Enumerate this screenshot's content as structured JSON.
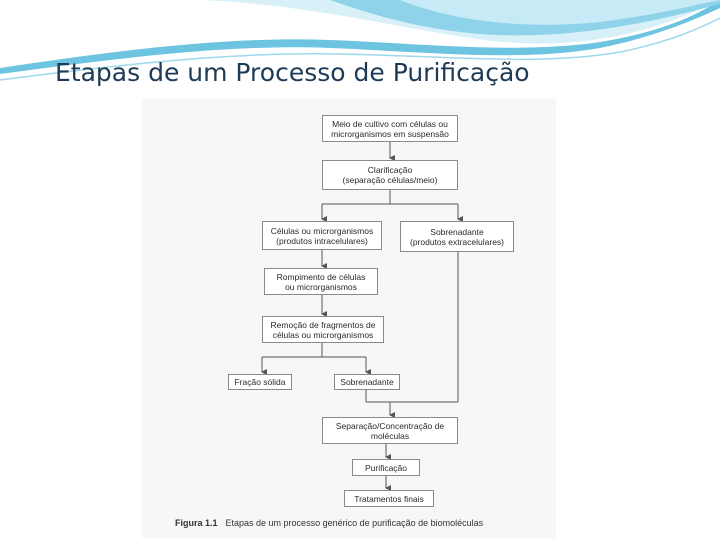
{
  "slide": {
    "title": "Etapas de um Processo de Purificação"
  },
  "flowchart": {
    "boxes": {
      "culture": {
        "line1": "Meio de cultivo com células ou",
        "line2": "microrganismos em suspensão"
      },
      "clarification": {
        "line1": "Clarificação",
        "line2": "(separação células/meio)"
      },
      "cells": {
        "line1": "Células ou microrganismos",
        "line2": "(produtos intracelulares)"
      },
      "supernatant_top": {
        "line1": "Sobrenadante",
        "line2": "(produtos extracelulares)"
      },
      "disruption": {
        "line1": "Rompimento de células",
        "line2": "ou microrganismos"
      },
      "fragment_removal": {
        "line1": "Remoção de fragmentos de",
        "line2": "células ou microrganismos"
      },
      "solid_fraction": {
        "line1": "Fração sólida"
      },
      "supernatant_mid": {
        "line1": "Sobrenadante"
      },
      "separation": {
        "line1": "Separação/Concentração de",
        "line2": "moléculas"
      },
      "purification": {
        "line1": "Purificação"
      },
      "final_treatments": {
        "line1": "Tratamentos finais"
      }
    },
    "caption": {
      "label": "Figura 1.1",
      "text": "Etapas de um processo genérico de purificação de biomoléculas"
    }
  },
  "colors": {
    "title": "#1d3a56",
    "swoosh_dark": "#4fb3d6",
    "swoosh_light": "#bfe6f2",
    "line": "#555555"
  }
}
